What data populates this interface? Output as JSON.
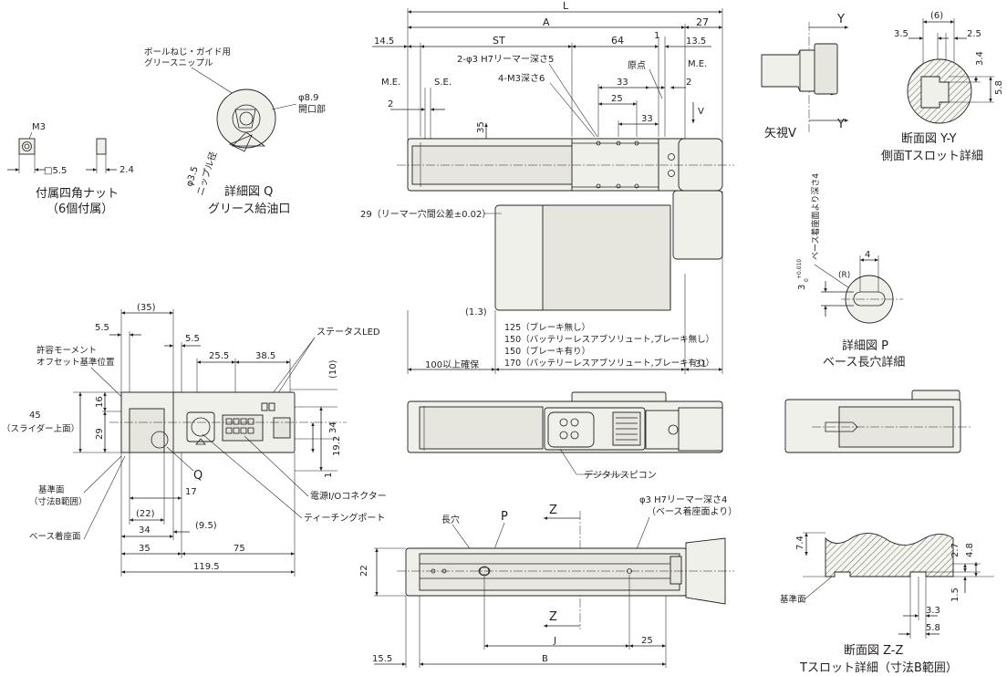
{
  "labels": {
    "dim_L": "L",
    "dim_A": "A",
    "dim_27": "27",
    "dim_14_5": "14.5",
    "dim_ST": "ST",
    "dim_64": "64",
    "dim_1_top": "1",
    "dim_13_5": "13.5",
    "reamer_2phi3": "2-φ3 H7リーマー深さ5",
    "origin": "原点",
    "me_left": "M.E.",
    "se_left": "S.E.",
    "me_right": "M.E.",
    "m3_depth": "4-M3深さ6",
    "dim_2_left": "2",
    "dim_2_right": "2",
    "dim_33_a": "33",
    "dim_25_top": "25",
    "dim_33_b": "33",
    "dim_35_vert": "35",
    "view_v": "V",
    "reamer_tol": "29（リーマー穴間公差±0.02）",
    "dim_1_3": "(1.3)",
    "brake_125": "125（ブレーキ無し）",
    "brake_150a": "150（バッテリーレスアブソリュート,ブレーキ無し）",
    "brake_150b": "150（ブレーキ有り）",
    "brake_170": "170（バッテリーレスアブソリュート,ブレーキ有り）",
    "dim_100": "100以上確保",
    "dim_31": "31",
    "nut_m3": "M3",
    "nut_5_5": "□5.5",
    "nut_2_4": "2.4",
    "nut_title1": "付属四角ナット",
    "nut_title2": "（6個付属）",
    "grease_nipple": "ボールねじ・ガイド用",
    "grease_nipple2": "グリースニップル",
    "phi_8_9": "φ8.9",
    "opening": "開口部",
    "phi_3_5": "φ3.5",
    "nipple_dia": "ニップル径",
    "detail_q1": "詳細図 Q",
    "detail_q2": "グリース給油口",
    "y_top": "Y",
    "y_bottom": "Y",
    "view_v_label": "矢視V",
    "yy_6": "(6)",
    "yy_3_5": "3.5",
    "yy_2_5": "2.5",
    "yy_3_4": "3.4",
    "yy_5_8": "5.8",
    "section_yy1": "断面図 Y-Y",
    "section_yy2": "側面Tスロット詳細",
    "p_depth": "ベース着座面より深さ4",
    "p_4": "4",
    "p_r": "(R)",
    "p_3": "3",
    "p_tol": "+0.010",
    "p_tol2": "0",
    "detail_p1": "詳細図 P",
    "detail_p2": "ベース長穴詳細",
    "side_35": "(35)",
    "side_5_5a": "5.5",
    "side_5_5b": "5.5",
    "moment1": "許容モーメント",
    "moment2": "オフセット基準位置",
    "side_25_5": "25.5",
    "side_38_5": "38.5",
    "status_led": "ステータスLED",
    "side_10": "(10)",
    "side_45": "45",
    "slider_top": "（スライダー上面）",
    "side_16": "16",
    "side_29": "29",
    "side_34": "34",
    "side_19_2": "19.2",
    "side_1": "1",
    "side_q": "Q",
    "ref_face1": "基準面",
    "ref_face2": "（寸法B範囲）",
    "side_17": "17",
    "side_22": "(22)",
    "base_seat": "ベース着座面",
    "side_34b": "34",
    "side_9_5": "(9.5)",
    "side_35b": "35",
    "side_75": "75",
    "side_119_5": "119.5",
    "power_io": "電源I/Oコネクター",
    "teaching": "ティーチングポート",
    "digital": "デジタルスピコン",
    "long_hole": "長穴",
    "p_label": "P",
    "z_top": "Z",
    "z_bottom": "Z",
    "reamer_phi3": "φ3 H7リーマー深さ4",
    "reamer_phi3b": "（ベース着座面より）",
    "bot_22": "22",
    "bot_J": "J",
    "bot_25": "25",
    "bot_15_5": "15.5",
    "bot_B": "B",
    "zz_7_4": "7.4",
    "zz_2_7": "2.7",
    "zz_4_8": "4.8",
    "zz_1_5": "1.5",
    "zz_3_3": "3.3",
    "zz_5_8": "5.8",
    "zz_ref": "基準面",
    "section_zz1": "断面図 Z-Z",
    "section_zz2": "Tスロット詳細（寸法B範囲）"
  }
}
